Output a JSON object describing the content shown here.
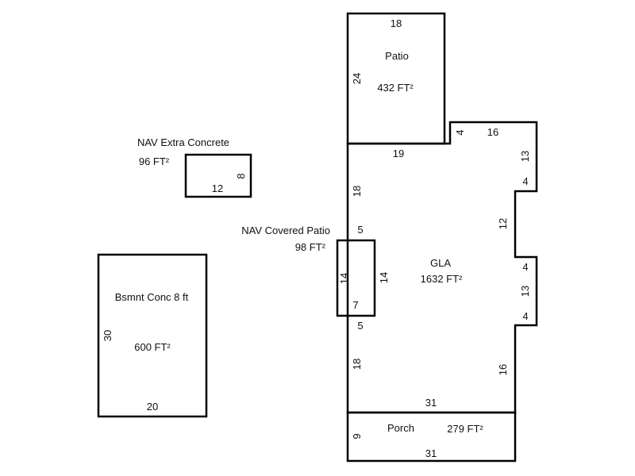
{
  "areas": {
    "patio": {
      "name": "Patio",
      "area": "432 FT²",
      "dims": {
        "top": "18",
        "left": "24"
      }
    },
    "gla": {
      "name": "GLA",
      "area": "1632 FT²",
      "dims": {
        "top_left": "19",
        "notch": "4",
        "top_right": "16",
        "right_upper": "13",
        "step_upper": "4",
        "recess": "12",
        "step_mid": "4",
        "right_lower": "13",
        "step_lower": "4",
        "right_bottom": "16",
        "bottom": "31",
        "left_upper": "18",
        "left_gap_upper": "5",
        "left_inner": "14",
        "left_gap_lower": "5",
        "left_lower": "18"
      }
    },
    "covered_patio": {
      "name": "NAV Covered Patio",
      "area": "98 FT²",
      "dims": {
        "left": "14",
        "bottom": "7"
      }
    },
    "porch": {
      "name": "Porch",
      "area": "279 FT²",
      "dims": {
        "left": "9",
        "bottom": "31"
      }
    },
    "extra_concrete": {
      "name": "NAV Extra Concrete",
      "area": "96 FT²",
      "dims": {
        "right": "8",
        "bottom": "12"
      }
    },
    "basement": {
      "name": "Bsmnt Conc 8 ft",
      "area": "600 FT²",
      "dims": {
        "left": "30",
        "bottom": "20"
      }
    }
  }
}
